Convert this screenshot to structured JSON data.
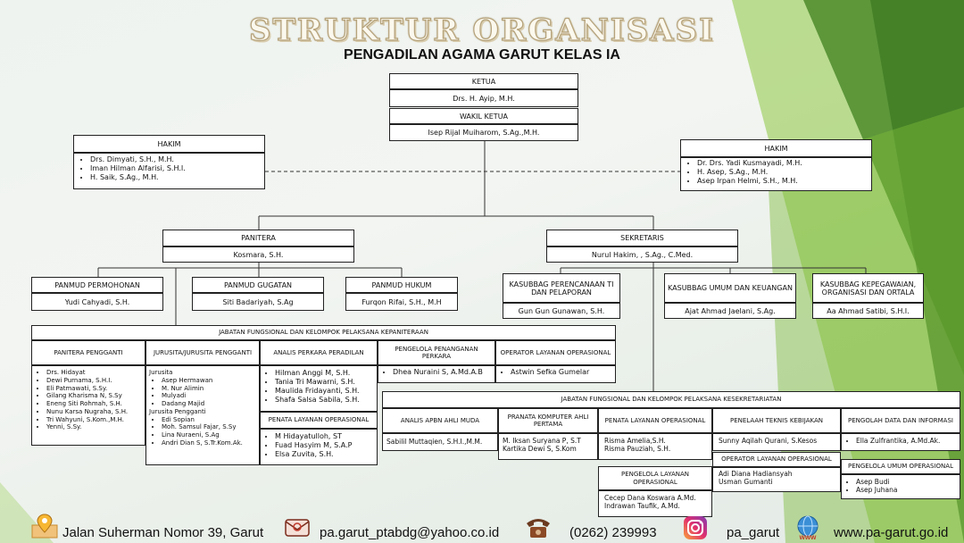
{
  "title": "STRUKTUR ORGANISASI",
  "subtitle": "PENGADILAN AGAMA GARUT KELAS IA",
  "ketua": {
    "label": "KETUA",
    "name": "Drs. H. Ayip, M.H."
  },
  "wakil": {
    "label": "WAKIL KETUA",
    "name": "Isep Rijal Muiharom, S.Ag.,M.H."
  },
  "hakim_left": {
    "label": "HAKIM",
    "names": [
      "Drs. Dimyati, S.H., M.H.",
      "Iman Hilman Alfarisi, S.H.I.",
      "H. Saik, S.Ag., M.H."
    ]
  },
  "hakim_right": {
    "label": "HAKIM",
    "names": [
      "Dr. Drs. Yadi Kusmayadi, M.H.",
      "H. Asep, S.Ag., M.H.",
      "Asep Irpan Helmi, S.H., M.H."
    ]
  },
  "panitera": {
    "label": "PANITERA",
    "name": "Kosmara, S.H."
  },
  "sekretaris": {
    "label": "SEKRETARIS",
    "name": "Nurul Hakim, , S.Ag., C.Med."
  },
  "panmud": [
    {
      "label": "PANMUD PERMOHONAN",
      "name": "Yudi Cahyadi, S.H."
    },
    {
      "label": "PANMUD GUGATAN",
      "name": "Siti Badariyah, S.Ag"
    },
    {
      "label": "PANMUD HUKUM",
      "name": "Furqon Rifai, S.H., M.H"
    }
  ],
  "kasubbag": [
    {
      "label": "KASUBBAG PERENCANAAN TI DAN PELAPORAN",
      "name": "Gun Gun Gunawan, S.H."
    },
    {
      "label": "KASUBBAG UMUM DAN KEUANGAN",
      "name": "Ajat Ahmad Jaelani, S.Ag."
    },
    {
      "label": "KASUBBAG KEPEGAWAIAN, ORGANISASI DAN ORTALA",
      "name": "Aa Ahmad Satibi, S.H.I."
    }
  ],
  "jf_kepaniteraan": {
    "label": "JABATAN FUNGSIONAL DAN KELOMPOK PELAKSANA KEPANITERAAN",
    "cols": [
      {
        "label": "PANITERA PENGGANTI",
        "names": [
          "Drs. Hidayat",
          "Dewi Purnama, S.H.I.",
          "Eli Patmawati, S.Sy.",
          "Gilang Kharisma N, S.Sy",
          "Eneng Siti Rohmah, S.H.",
          "Nunu Karsa Nugraha, S.H.",
          "Tri Wahyuni, S.Kom.,M.H.",
          "Yenni, S.Sy."
        ]
      },
      {
        "label": "JURUSITA/JURUSITA PENGGANTI",
        "group1": "Jurusita",
        "names1": [
          "Asep Hermawan",
          "M. Nur Alimin",
          "Mulyadi",
          "Dadang Majid"
        ],
        "group2": "Jurusita Pengganti",
        "names2": [
          "Edi Sopian",
          "Moh. Samsul Fajar, S.Sy",
          "Lina Nuraeni, S.Ag",
          "Andri Dian S, S.Tr.Kom.Ak."
        ]
      },
      {
        "label": "ANALIS PERKARA PERADILAN",
        "names": [
          "Hilman Anggi M, S.H.",
          "Tania Tri Mawarni, S.H.",
          "Maulida Fridayanti, S.H.",
          "Shafa Salsa Sabila, S.H."
        ],
        "sub_label": "PENATA LAYANAN OPERASIONAL",
        "sub_names": [
          "M Hidayatulloh, ST",
          "Fuad Hasyim M, S.A.P",
          "Elsa Zuvita, S.H."
        ]
      },
      {
        "label": "PENGELOLA PENANGANAN PERKARA",
        "names": [
          "Dhea Nuraini S, A.Md.A.B"
        ]
      },
      {
        "label": "OPERATOR LAYANAN OPERASIONAL",
        "names": [
          "Astwin Sefka Gumelar"
        ]
      }
    ]
  },
  "jf_kesekretariatan": {
    "label": "JABATAN FUNGSIONAL DAN KELOMPOK PELAKSANA KESEKRETARIATAN",
    "cols": [
      {
        "label": "ANALIS APBN AHLI MUDA",
        "text": "Sabilil Muttaqien, S.H.I.,M.M."
      },
      {
        "label": "PRANATA KOMPUTER AHLI PERTAMA",
        "text": "M. Iksan Suryana P, S.T\nKartika Dewi S, S.Kom"
      },
      {
        "label": "PENATA LAYANAN OPERASIONAL",
        "text": "Risma Amelia,S.H.\nRisma Pauziah, S.H.",
        "sub_label": "PENGELOLA LAYANAN OPERASIONAL",
        "sub_text": "Cecep Dana Koswara A.Md.\nIndrawan Taufik, A.Md."
      },
      {
        "label": "PENELAAH TEKNIS KEBIJAKAN",
        "text": "Sunny Aqilah Qurani, S.Kesos",
        "sub_label": "OPERATOR LAYANAN OPERASIONAL",
        "sub_text": "Adi Diana Hadiansyah\nUsman Gumanti"
      },
      {
        "label": "PENGOLAH DATA DAN INFORMASI",
        "names": [
          "Ella Zulfrantika, A.Md.Ak."
        ],
        "sub_label": "PENGELOLA UMUM OPERASIONAL",
        "sub_names": [
          "Asep Budi",
          "Asep Juhana"
        ]
      }
    ]
  },
  "footer": {
    "address": "Jalan Suherman Nomor 39, Garut",
    "email": "pa.garut_ptabdg@yahoo.co.id",
    "phone": "(0262) 239993",
    "instagram": "pa_garut",
    "website": "www.pa-garut.go.id",
    "www_icon_text": "www"
  },
  "colors": {
    "green_dark": "#4c8b2b",
    "green_light": "#8cc63f",
    "gold": "#b5a27a"
  }
}
